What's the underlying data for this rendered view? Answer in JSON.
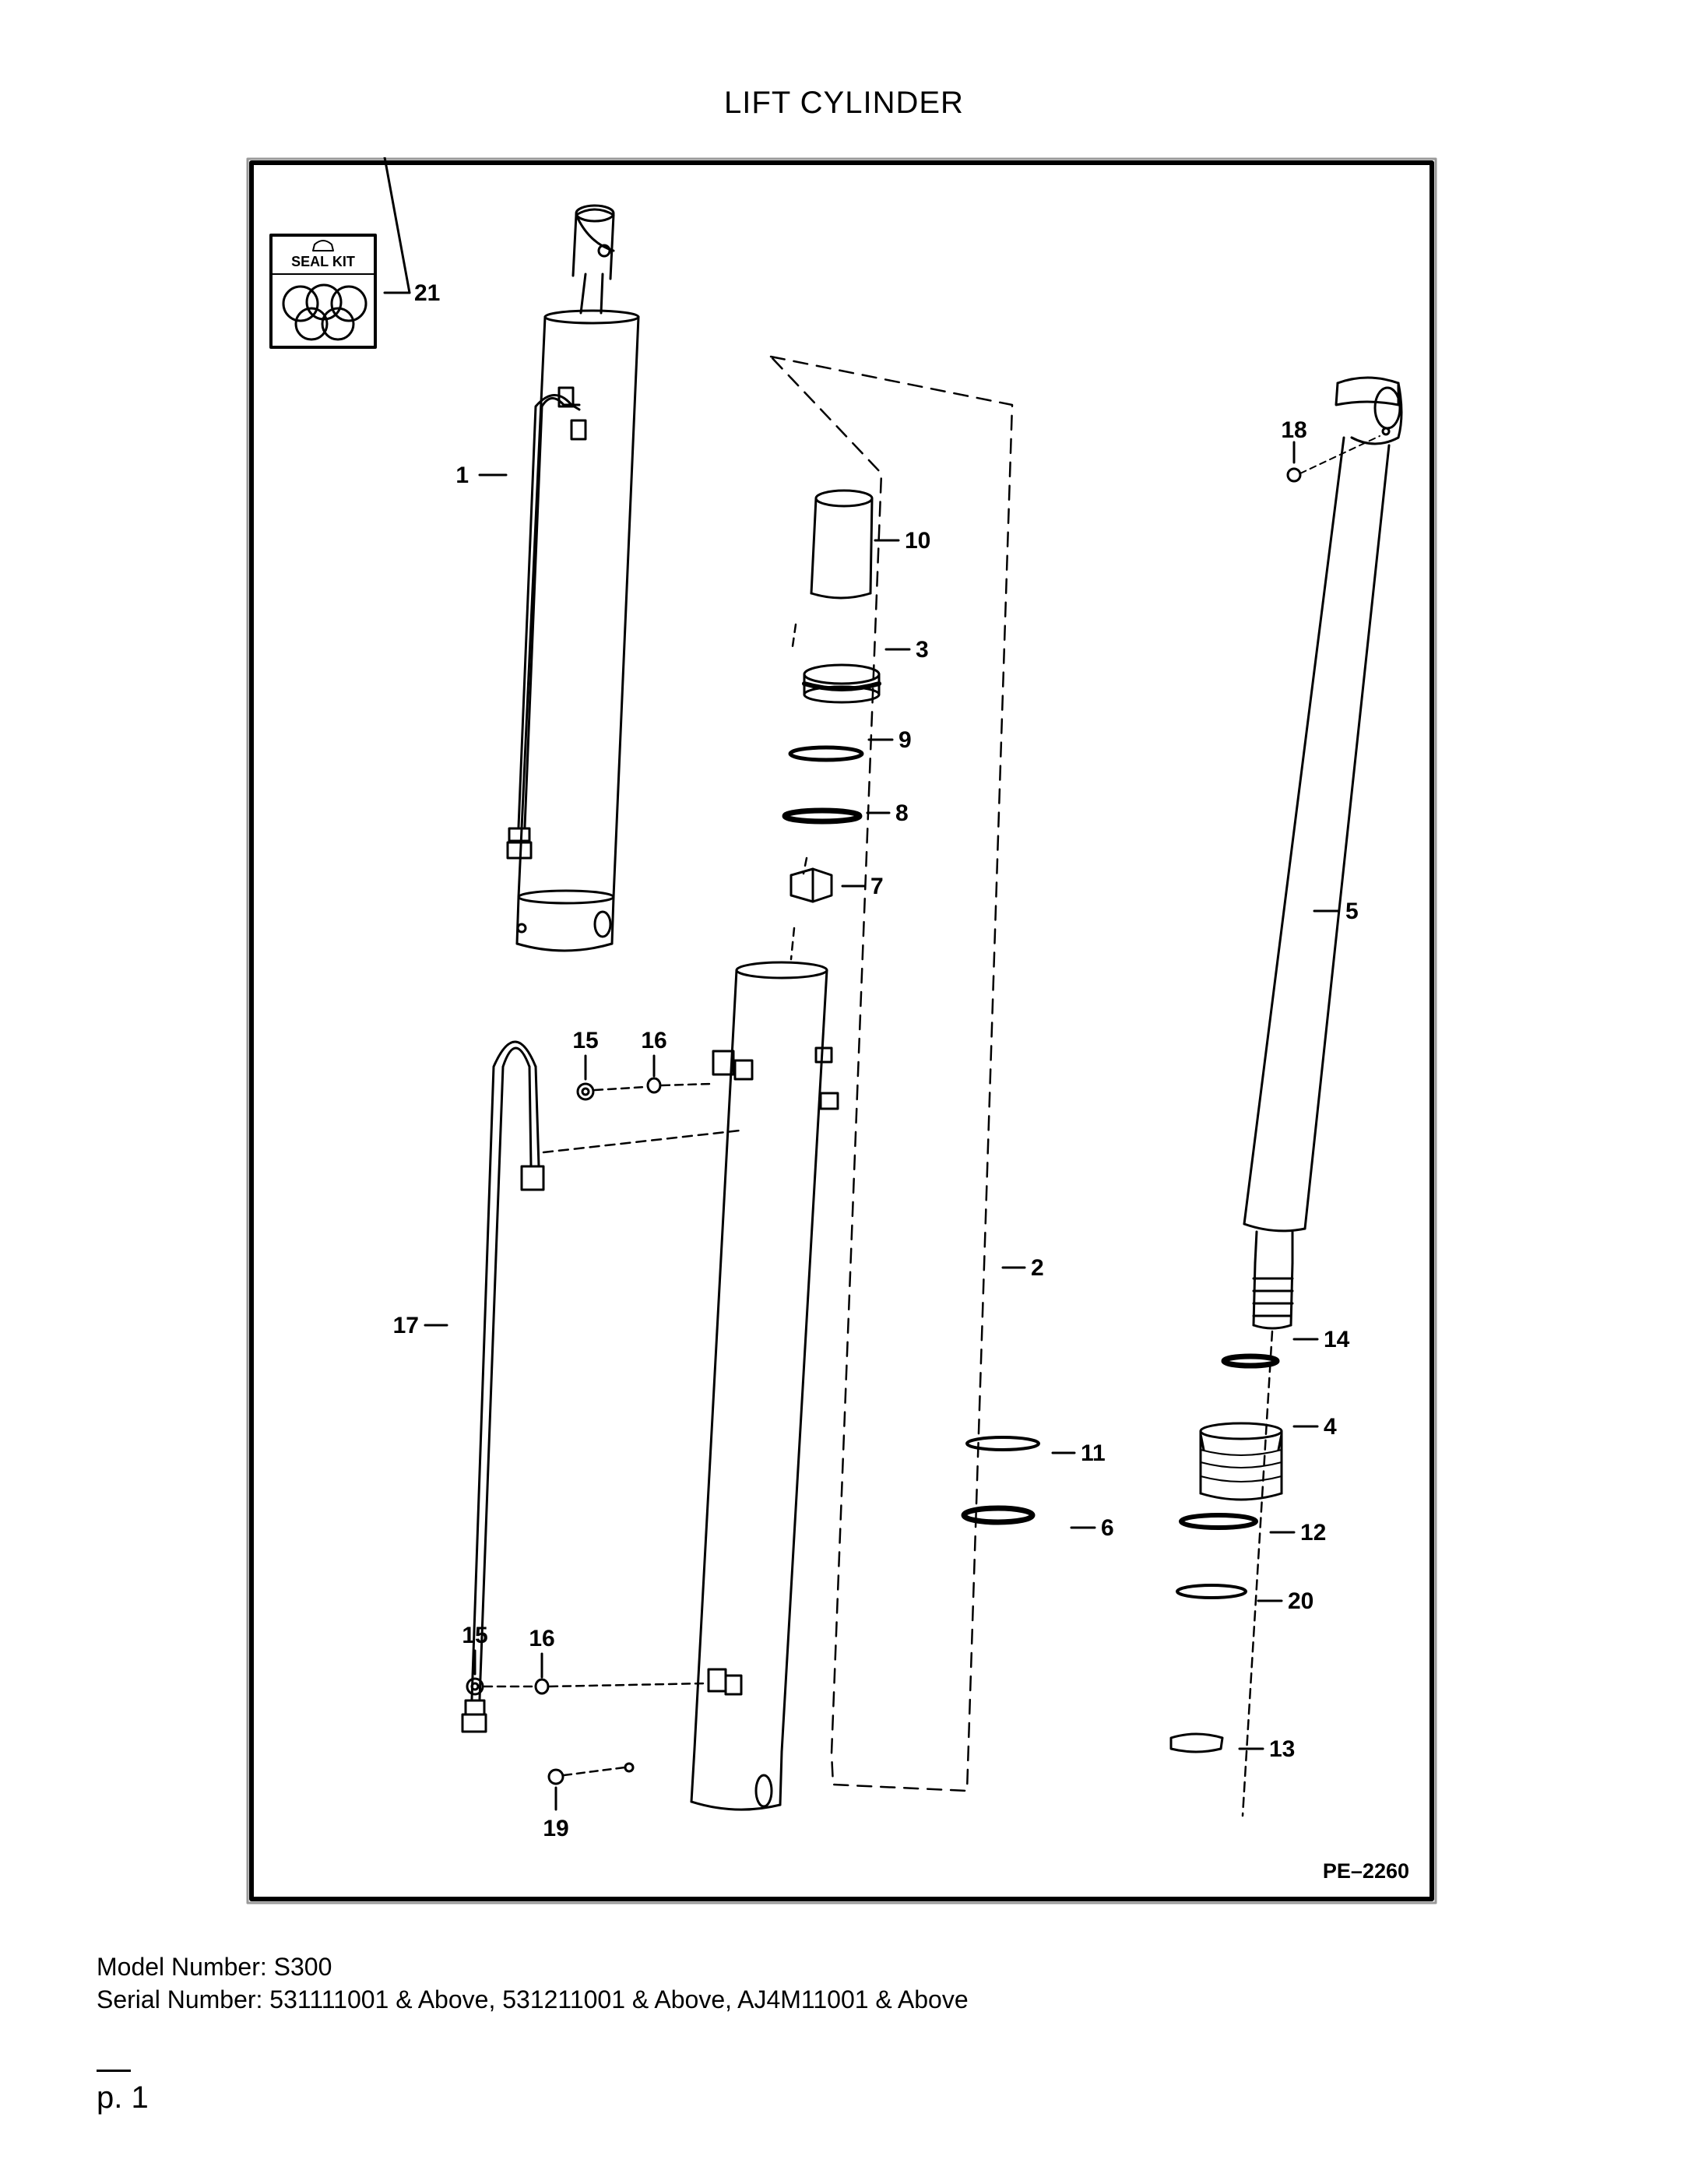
{
  "title": "LIFT CYLINDER",
  "drawing_code": "PE–2260",
  "seal_kit_label": "SEAL KIT",
  "callouts": {
    "c1": "1",
    "c2": "2",
    "c3": "3",
    "c4": "4",
    "c5": "5",
    "c6": "6",
    "c7": "7",
    "c8": "8",
    "c9": "9",
    "c10": "10",
    "c11": "11",
    "c12": "12",
    "c13": "13",
    "c14": "14",
    "c15a": "15",
    "c15b": "15",
    "c16a": "16",
    "c16b": "16",
    "c17": "17",
    "c18": "18",
    "c19": "19",
    "c20": "20",
    "c21": "21"
  },
  "model_number": "Model Number: S300",
  "serial_number": "Serial Number: 531111001 & Above, 531211001 & Above, AJ4M11001 & Above",
  "page_number": "p. 1"
}
